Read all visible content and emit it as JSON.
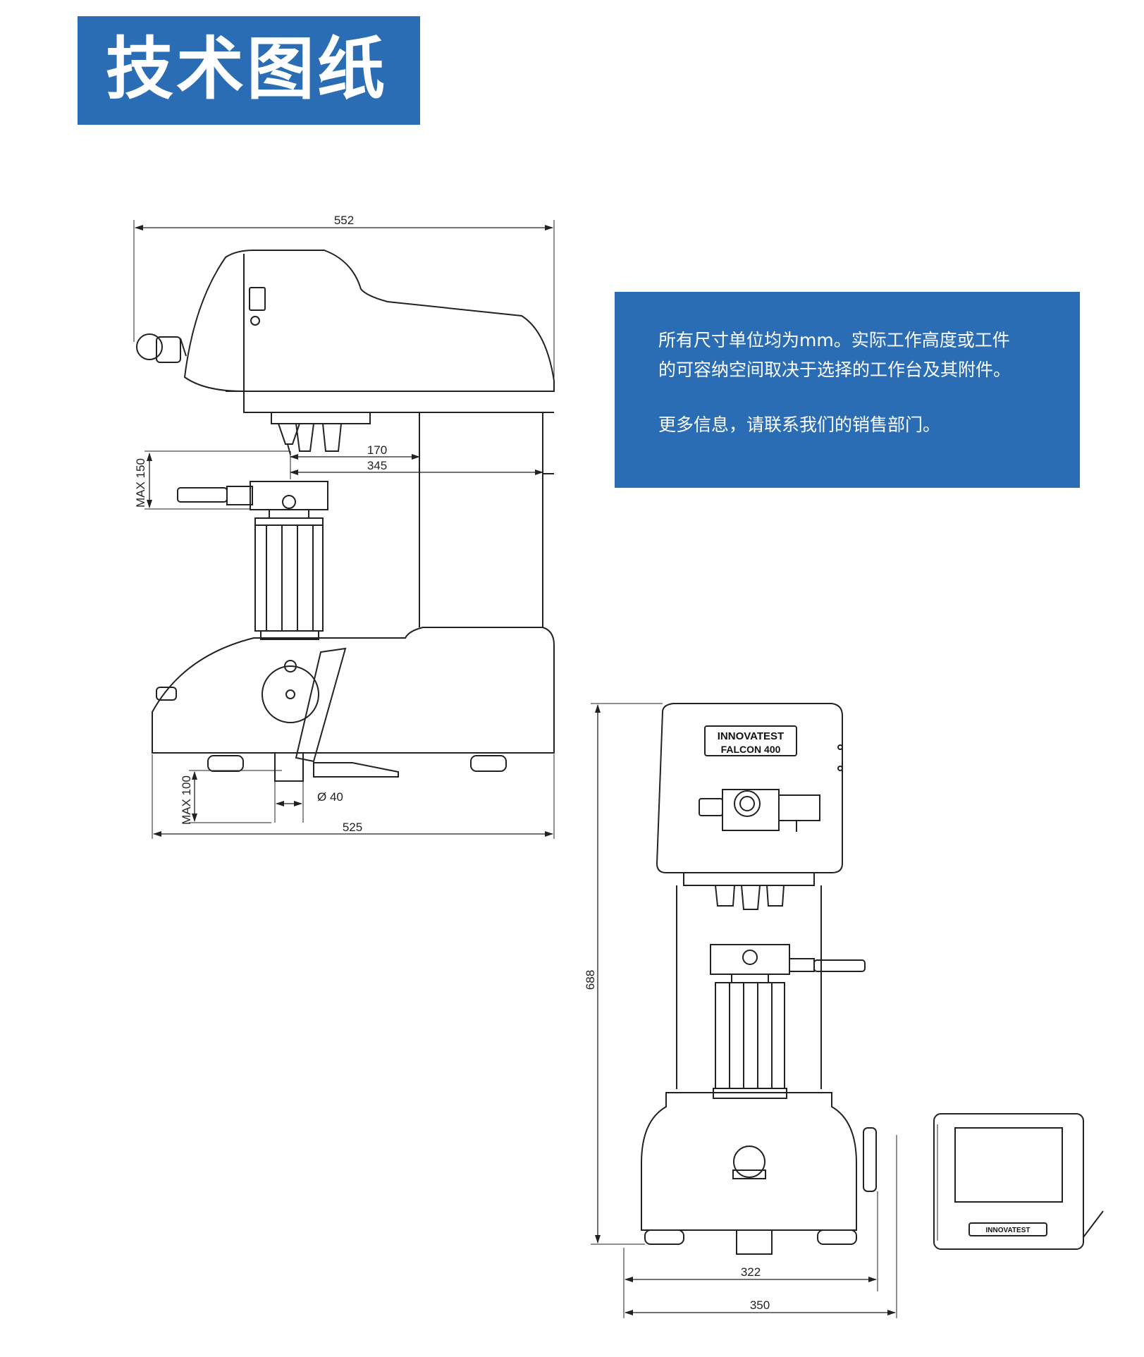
{
  "title": "技术图纸",
  "info": {
    "line1": "所有尺寸单位均为mm。实际工作高度或工件",
    "line2": "的可容纳空间取决于选择的工作台及其附件。",
    "line3": "更多信息，请联系我们的销售部门。"
  },
  "dimensions": {
    "side_width_top": "552",
    "reach_170": "170",
    "reach_345": "345",
    "max150": "MAX 150",
    "max100": "MAX 100",
    "diameter40": "Ø 40",
    "side_width_bottom": "525",
    "height688": "688",
    "front_width_322": "322",
    "front_width_350": "350"
  },
  "logo": {
    "brand": "INNOVATEST",
    "model": "FALCON 400",
    "brand_small": "INNOVATEST"
  },
  "colors": {
    "accent": "#2a6db4",
    "line": "#222222"
  }
}
